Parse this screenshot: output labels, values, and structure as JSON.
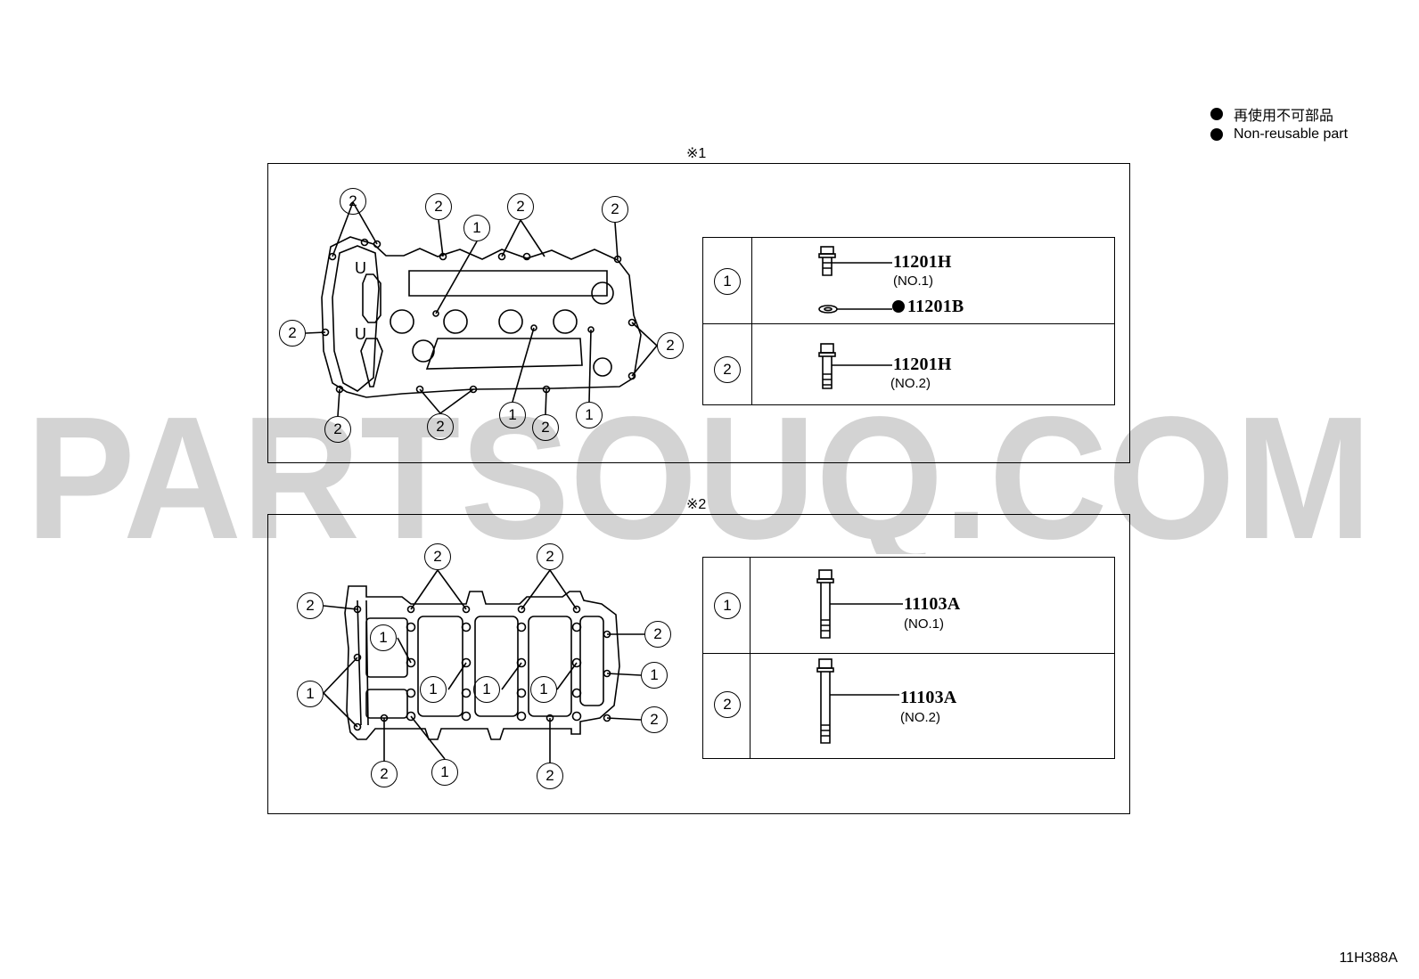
{
  "legend": [
    {
      "text": "再使用不可部品"
    },
    {
      "text": "Non-reusable part"
    }
  ],
  "watermark": "PARTSOUQ.COM",
  "panels": [
    {
      "label": "※1",
      "rows": [
        {
          "num": "1",
          "entries": [
            {
              "code": "11201H",
              "sub": "(NO.1)",
              "non_reusable": false
            },
            {
              "code": "11201B",
              "sub": "",
              "non_reusable": true
            }
          ]
        },
        {
          "num": "2",
          "entries": [
            {
              "code": "11201H",
              "sub": "(NO.2)",
              "non_reusable": false
            }
          ]
        }
      ]
    },
    {
      "label": "※2",
      "rows": [
        {
          "num": "1",
          "entries": [
            {
              "code": "11103A",
              "sub": "(NO.1)",
              "non_reusable": false
            }
          ]
        },
        {
          "num": "2",
          "entries": [
            {
              "code": "11103A",
              "sub": "(NO.2)",
              "non_reusable": false
            }
          ]
        }
      ]
    }
  ],
  "callouts": {
    "one": "1",
    "two": "2"
  },
  "diagram_id": "11H388A",
  "colors": {
    "line": "#000000",
    "watermark": "#d3d3d3",
    "background": "#ffffff"
  }
}
